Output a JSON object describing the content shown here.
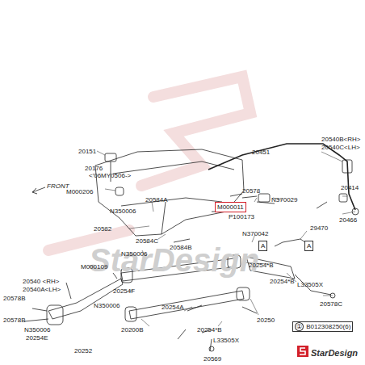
{
  "diagram": {
    "nodes": [
      {
        "text": [
          "M000011"
        ]
      },
      {
        "text": [
          "A"
        ]
      },
      {
        "text": [
          "A"
        ]
      },
      {
        "text": [
          "①",
          "B012308250(6)"
        ]
      }
    ],
    "labels": [
      "20151",
      "20176",
      "<'06MY0506->",
      "M000206",
      "20584A",
      "N350006",
      "20578",
      "20451",
      "N370029",
      "20540B<RH>",
      "20540C<LH>",
      "20414",
      "20466",
      "P100173",
      "N370042",
      "29470",
      "20582",
      "20584C",
      "N350006",
      "20584B",
      "M000109",
      "20540 <RH>",
      "20540A<LH>",
      "20578B",
      "20254F",
      "N350006",
      "N350006",
      "20578B",
      "20254E",
      "20252",
      "20254*B",
      "20254*B",
      "L33505X",
      "20578C",
      "20250",
      "20254A",
      "20200B",
      "20254*B",
      "L33505X",
      "20569",
      "FRONT",
      "StarDesign",
      "StarDesign"
    ]
  }
}
